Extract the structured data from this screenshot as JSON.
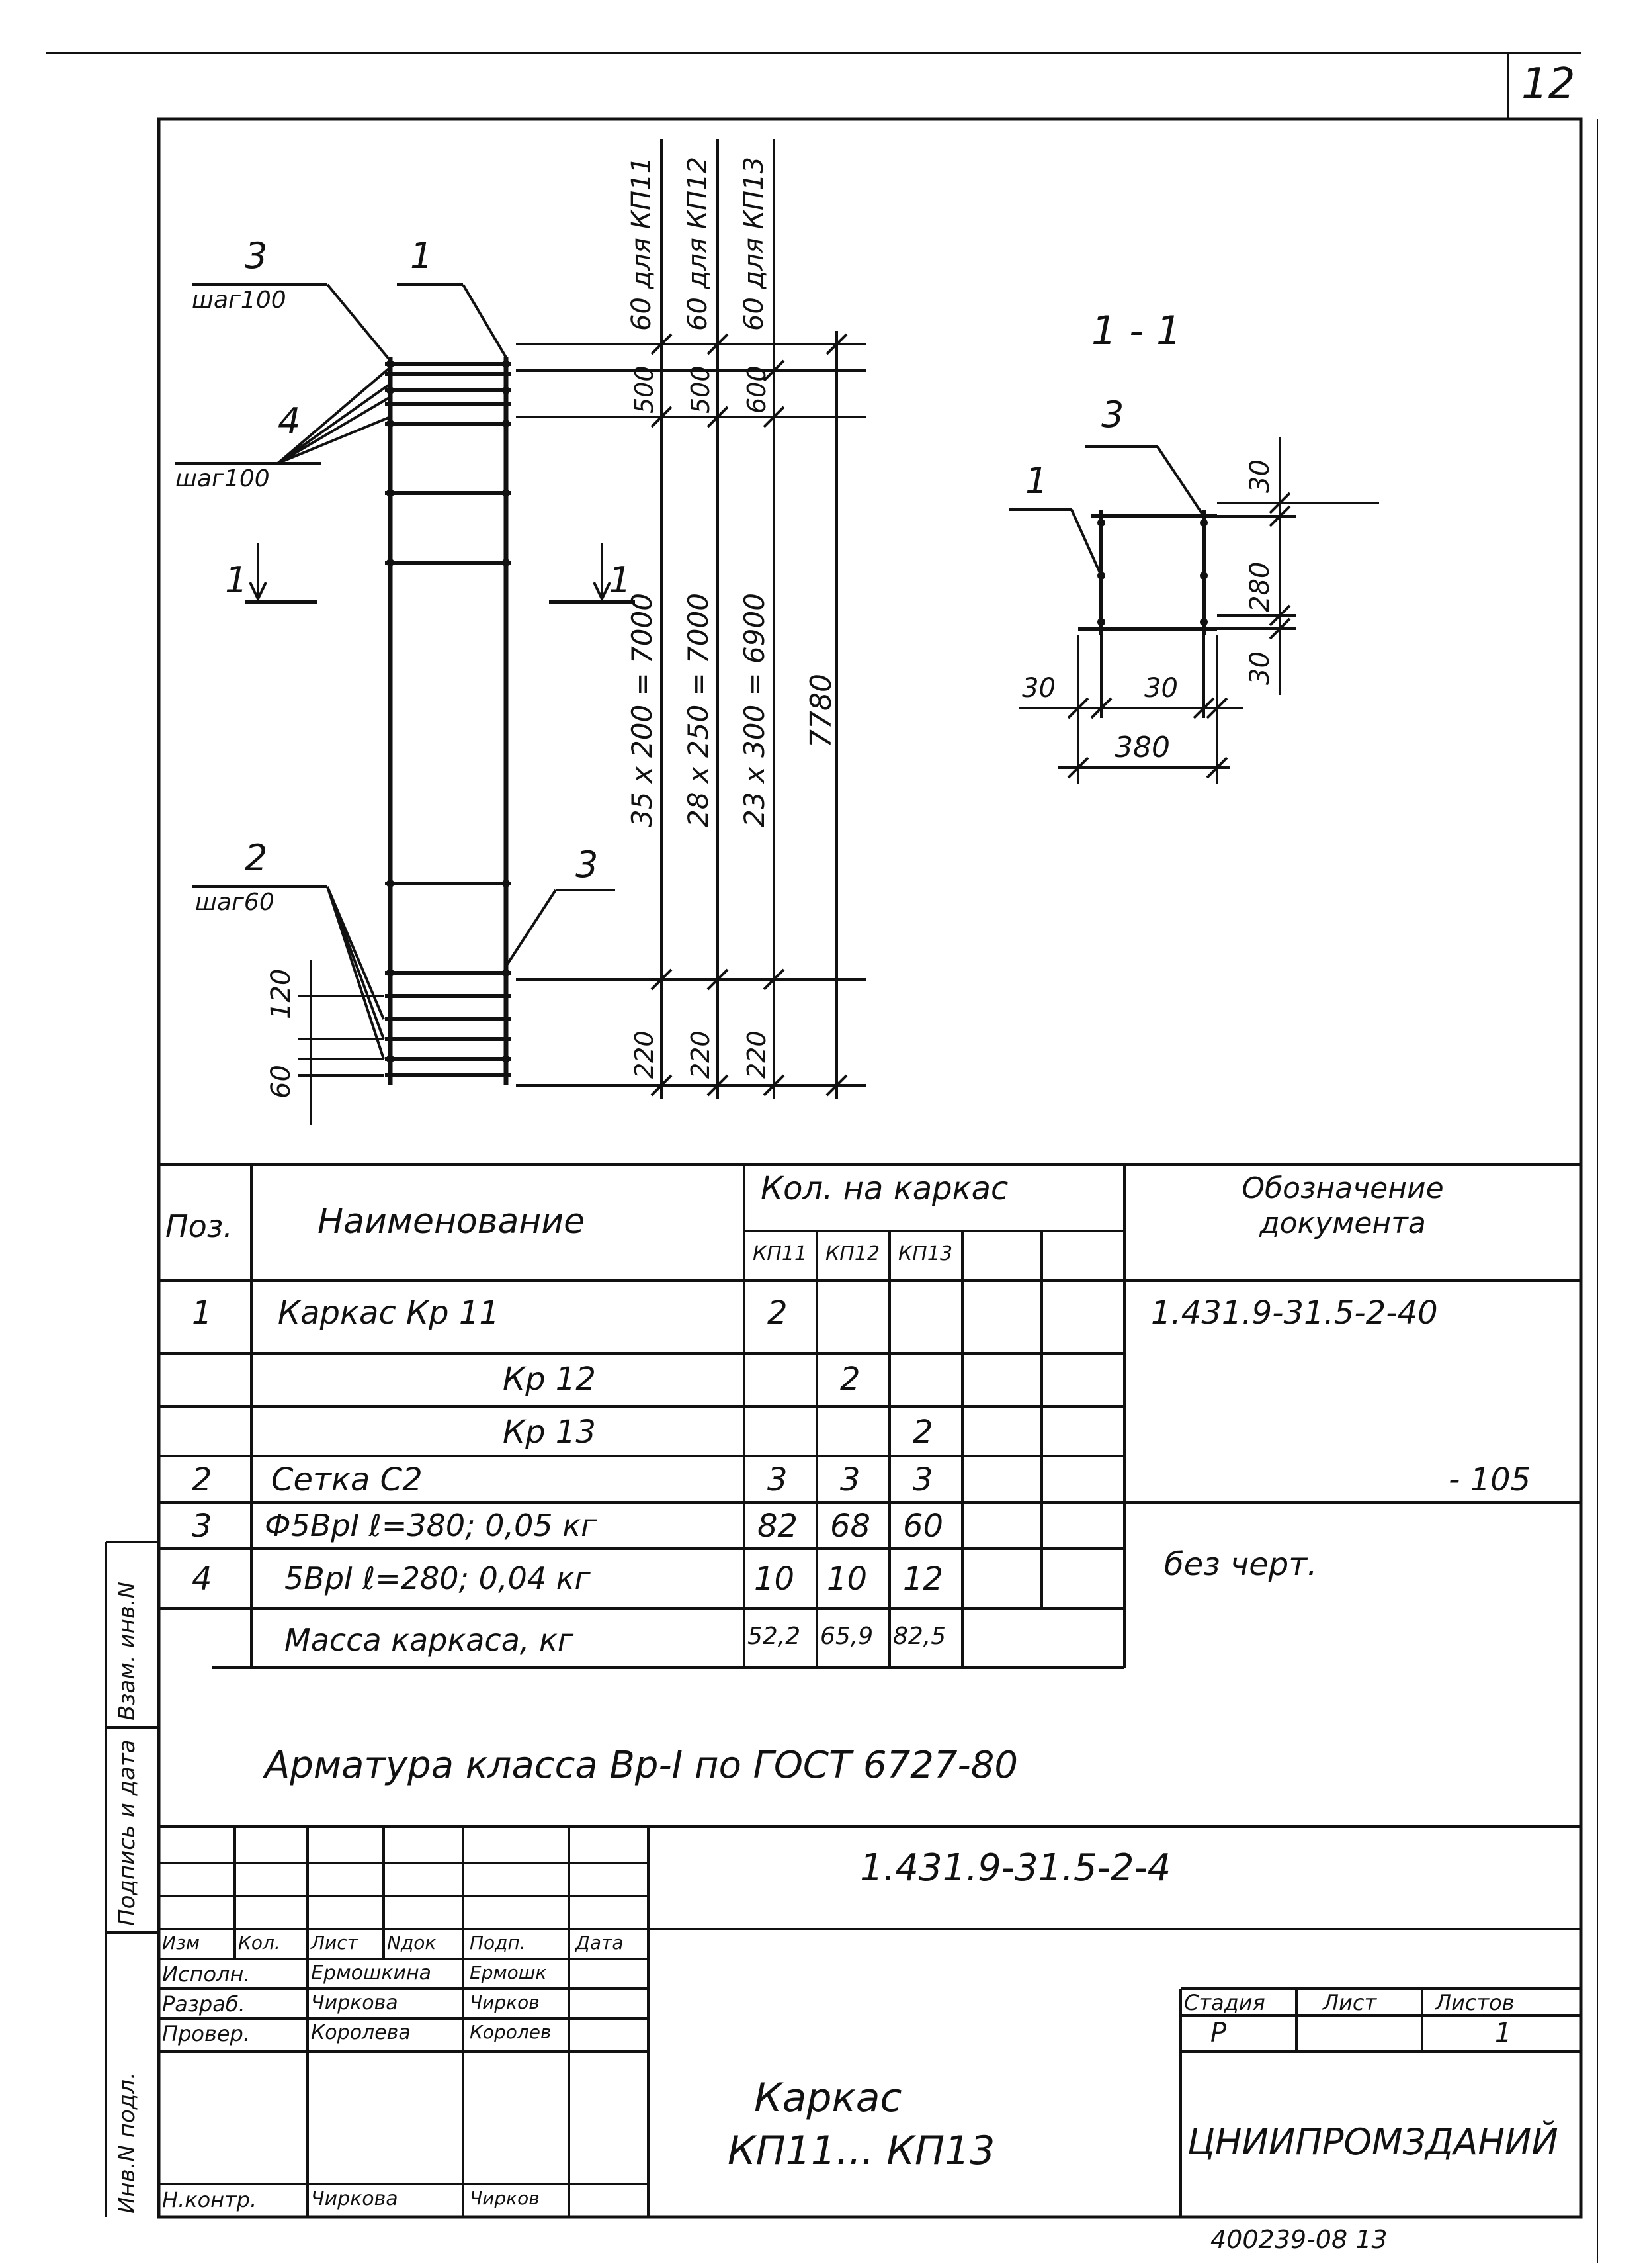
{
  "sheet": {
    "page_number": "12",
    "doc_code": "1.431.9-31.5-2-4",
    "title_line1": "Каркас",
    "title_line2": "КП11... КП13",
    "organization": "ЦНИИПРОМЗДАНИЙ",
    "bottom_stamp": "400239-08   13",
    "note": "Арматура класса Вр-I по ГОСТ 6727-80"
  },
  "drawing_elevation": {
    "label_3_top": "3",
    "step_3_top": "шаг100",
    "label_4": "4",
    "step_4": "шаг100",
    "label_1_top": "1",
    "section_mark_left": "1",
    "section_mark_right": "1",
    "label_2": "2",
    "step_2": "шаг60",
    "label_3_bottom": "3",
    "dim_60": "60",
    "dim_120": "120",
    "col1_top": "60 для КП11",
    "col2_top": "60 для КП12",
    "col3_top": "60 для КП13",
    "col1_500": "500",
    "col2_500": "500",
    "col3_600": "600",
    "col1_mid": "35 x 200 = 7000",
    "col2_mid": "28 x 250 = 7000",
    "col3_mid": "23 x 300 = 6900",
    "overall": "7780",
    "col1_220": "220",
    "col2_220": "220",
    "col3_220": "220"
  },
  "drawing_section": {
    "title": "1 - 1",
    "label_3": "3",
    "label_1": "1",
    "dim_30_top": "30",
    "dim_280": "280",
    "dim_30_bottom": "30",
    "dim_30_left": "30",
    "dim_30_right": "30",
    "dim_380": "380"
  },
  "spec_table": {
    "headers": {
      "pos": "Поз.",
      "name": "Наименование",
      "qty": "Кол. на каркас",
      "qty_sub": [
        "КП11",
        "КП12",
        "КП13",
        "",
        ""
      ],
      "doc": "Обозначение документа"
    },
    "rows": [
      {
        "pos": "1",
        "name": "Каркас Кр 11",
        "q1": "2",
        "q2": "",
        "q3": "",
        "doc": "1.431.9-31.5-2-40"
      },
      {
        "pos": "",
        "name": "Кр 12",
        "q1": "",
        "q2": "2",
        "q3": "",
        "doc": ""
      },
      {
        "pos": "",
        "name": "Кр 13",
        "q1": "",
        "q2": "",
        "q3": "2",
        "doc": ""
      },
      {
        "pos": "2",
        "name": "Сетка С2",
        "q1": "3",
        "q2": "3",
        "q3": "3",
        "doc": "- 105"
      },
      {
        "pos": "3",
        "name": "Ф5ВрI  ℓ=380;  0,05 кг",
        "q1": "82",
        "q2": "68",
        "q3": "60",
        "doc": ""
      },
      {
        "pos": "4",
        "name": "5ВрI  ℓ=280;  0,04 кг",
        "q1": "10",
        "q2": "10",
        "q3": "12",
        "doc": "без черт."
      },
      {
        "pos": "",
        "name": "Масса каркаса, кг",
        "q1": "52,2",
        "q2": "65,9",
        "q3": "82,5",
        "doc": ""
      }
    ]
  },
  "stamp": {
    "col_headers": [
      "Изм",
      "Кол.",
      "Лист",
      "Nдок",
      "Подп.",
      "Дата"
    ],
    "people": [
      {
        "role": "Исполн.",
        "name": "Ермошкина",
        "sign": "Ермошк"
      },
      {
        "role": "Разраб.",
        "name": "Чиркова",
        "sign": "Чирков"
      },
      {
        "role": "Провер.",
        "name": "Королева",
        "sign": "Королев"
      },
      {
        "role": "Н.контр.",
        "name": "Чиркова",
        "sign": "Чирков"
      }
    ],
    "stage_header": "Стадия",
    "sheet_header": "Лист",
    "sheets_header": "Листов",
    "stage": "Р",
    "sheet": "",
    "sheets": "1"
  },
  "side_strip": {
    "inv_no": "Инв.N подл.",
    "sign_date": "Подпись и дата",
    "replace_inv": "Взам. инв.N"
  }
}
